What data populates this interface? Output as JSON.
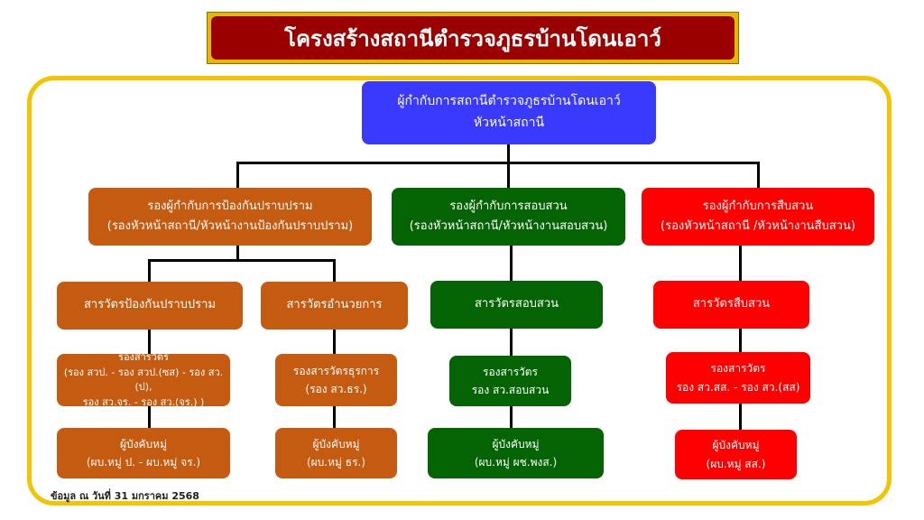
{
  "title": "โครงสร้างสถานีตำรวจภูธรบ้านโดนเอาว์",
  "head": {
    "line1": "ผู้กำกับการสถานีตำรวจภูธรบ้านโดนเอาว์",
    "line2": "หัวหน้าสถานี"
  },
  "prevention": {
    "deputy": {
      "line1": "รองผู้กำกับการป้องกันปราบปราม",
      "line2": "(รองหัวหน้าสถานี/หัวหน้างานป้องกันปราบปราม)"
    },
    "inspector": "สารวัตรป้องกันปราบปราม",
    "sub_inspector": {
      "line1": "รองสารวัตร",
      "line2": "(รอง สวป. - รอง สวป.(ซส) - รอง สว.(ป),",
      "line3": "รอง สว.จร. - รอง สว.(จร.) )"
    },
    "squad": {
      "line1": "ผู้บังคับหมู่",
      "line2": "(ผบ.หมู่ ป. - ผบ.หมู่ จร.)"
    }
  },
  "admin": {
    "inspector": "สารวัตรอำนวยการ",
    "sub_inspector": {
      "line1": "รองสารวัตรธุรการ",
      "line2": "(รอง สว.ธร.)"
    },
    "squad": {
      "line1": "ผู้บังคับหมู่",
      "line2": "(ผบ.หมู่ ธร.)"
    }
  },
  "inquiry": {
    "deputy": {
      "line1": "รองผู้กำกับการสอบสวน",
      "line2": "(รองหัวหน้าสถานี/หัวหน้างานสอบสวน)"
    },
    "inspector": "สารวัตรสอบสวน",
    "sub_inspector": {
      "line1": "รองสารวัตร",
      "line2": "รอง สว.สอบสวน"
    },
    "squad": {
      "line1": "ผู้บังคับหมู่",
      "line2": "(ผบ.หมู่ ผช.พงส.)"
    }
  },
  "investigation": {
    "deputy": {
      "line1": "รองผู้กำกับการสืบสวน",
      "line2": "(รองหัวหน้าสถานี /หัวหน้างานสืบสวน)"
    },
    "inspector": "สารวัตรสืบสวน",
    "sub_inspector": {
      "line1": "รองสารวัตร",
      "line2": "รอง สว.สส. - รอง สว.(สส)"
    },
    "squad": {
      "line1": "ผู้บังคับหมู่",
      "line2": "(ผบ.หมู่ สส.)"
    }
  },
  "footer": "ข้อมูล ณ วันที่ 31 มกราคม 2568",
  "colors": {
    "orange": "#c55a11",
    "green": "#046404",
    "red": "#ff0000",
    "blue": "#3a3aff",
    "banner": "#9b0000",
    "frame": "#f5c400"
  }
}
